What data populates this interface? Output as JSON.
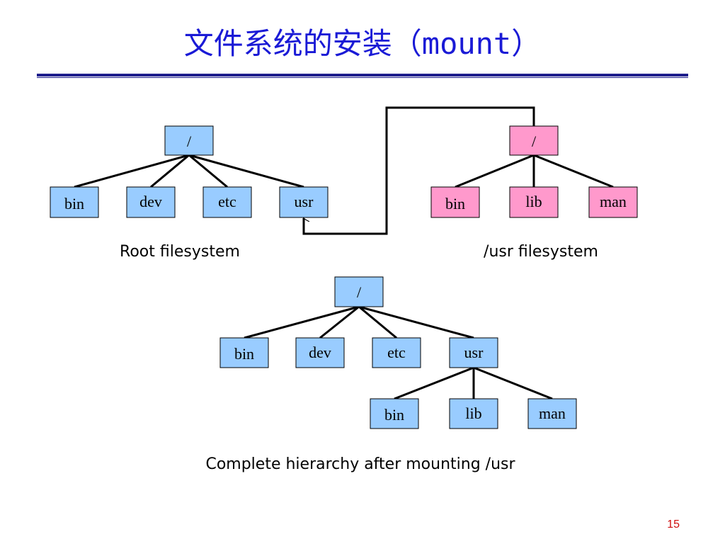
{
  "slide": {
    "title_cjk": "文件系统的安装（",
    "title_latin": "mount",
    "title_close": "）",
    "page_number": "15"
  },
  "colors": {
    "title": "#1a1ad6",
    "rule": "#1e1e8c",
    "root_fs_node": "#99ccff",
    "usr_fs_node": "#ff99cc",
    "page_number": "#d01010"
  },
  "diagram": {
    "root_fs": {
      "root": "/",
      "children": [
        "bin",
        "dev",
        "etc",
        "usr"
      ],
      "caption": "Root filesystem"
    },
    "usr_fs": {
      "root": "/",
      "children": [
        "bin",
        "lib",
        "man"
      ],
      "caption": "/usr filesystem"
    },
    "combined": {
      "root": "/",
      "children": [
        "bin",
        "dev",
        "etc",
        "usr"
      ],
      "usr_children": [
        "bin",
        "lib",
        "man"
      ],
      "caption": "Complete hierarchy after mounting /usr"
    }
  }
}
